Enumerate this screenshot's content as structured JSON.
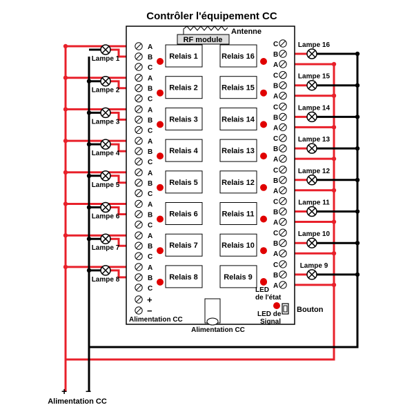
{
  "title": "Contrôler l'équipement CC",
  "rf_module_label": "RF module",
  "antenna_label": "Antenne",
  "terminal_letters": [
    "A",
    "B",
    "C"
  ],
  "right_terminal_letters": [
    "C",
    "B",
    "A"
  ],
  "left_relays": [
    "Relais 1",
    "Relais 2",
    "Relais 3",
    "Relais 4",
    "Relais 5",
    "Relais 6",
    "Relais 7",
    "Relais 8"
  ],
  "right_relays": [
    "Relais 16",
    "Relais 15",
    "Relais 14",
    "Relais 13",
    "Relais 12",
    "Relais 11",
    "Relais 10",
    "Relais 9"
  ],
  "left_lamps": [
    "Lampe 1",
    "Lampe 2",
    "Lampe 3",
    "Lampe 4",
    "Lampe 5",
    "Lampe 6",
    "Lampe 7",
    "Lampe 8"
  ],
  "right_lamps": [
    "Lampe 16",
    "Lampe 15",
    "Lampe 14",
    "Lampe 13",
    "Lampe 12",
    "Lampe 11",
    "Lampe 10",
    "Lampe 9"
  ],
  "power_plus": "+",
  "power_minus": "−",
  "board_power_label": "Alimentation CC",
  "bottom_connector_label": "Alimentation CC",
  "supply_label": "Alimentation CC",
  "supply_plus": "+",
  "supply_minus": "−",
  "status_led_label_1": "LED",
  "status_led_label_2": "de l'état",
  "signal_led_label_1": "LED de",
  "signal_led_label_2": "Signal",
  "button_label": "Bouton",
  "colors": {
    "wire_positive": "#e8202a",
    "wire_negative": "#000000",
    "led": "#e00000"
  }
}
